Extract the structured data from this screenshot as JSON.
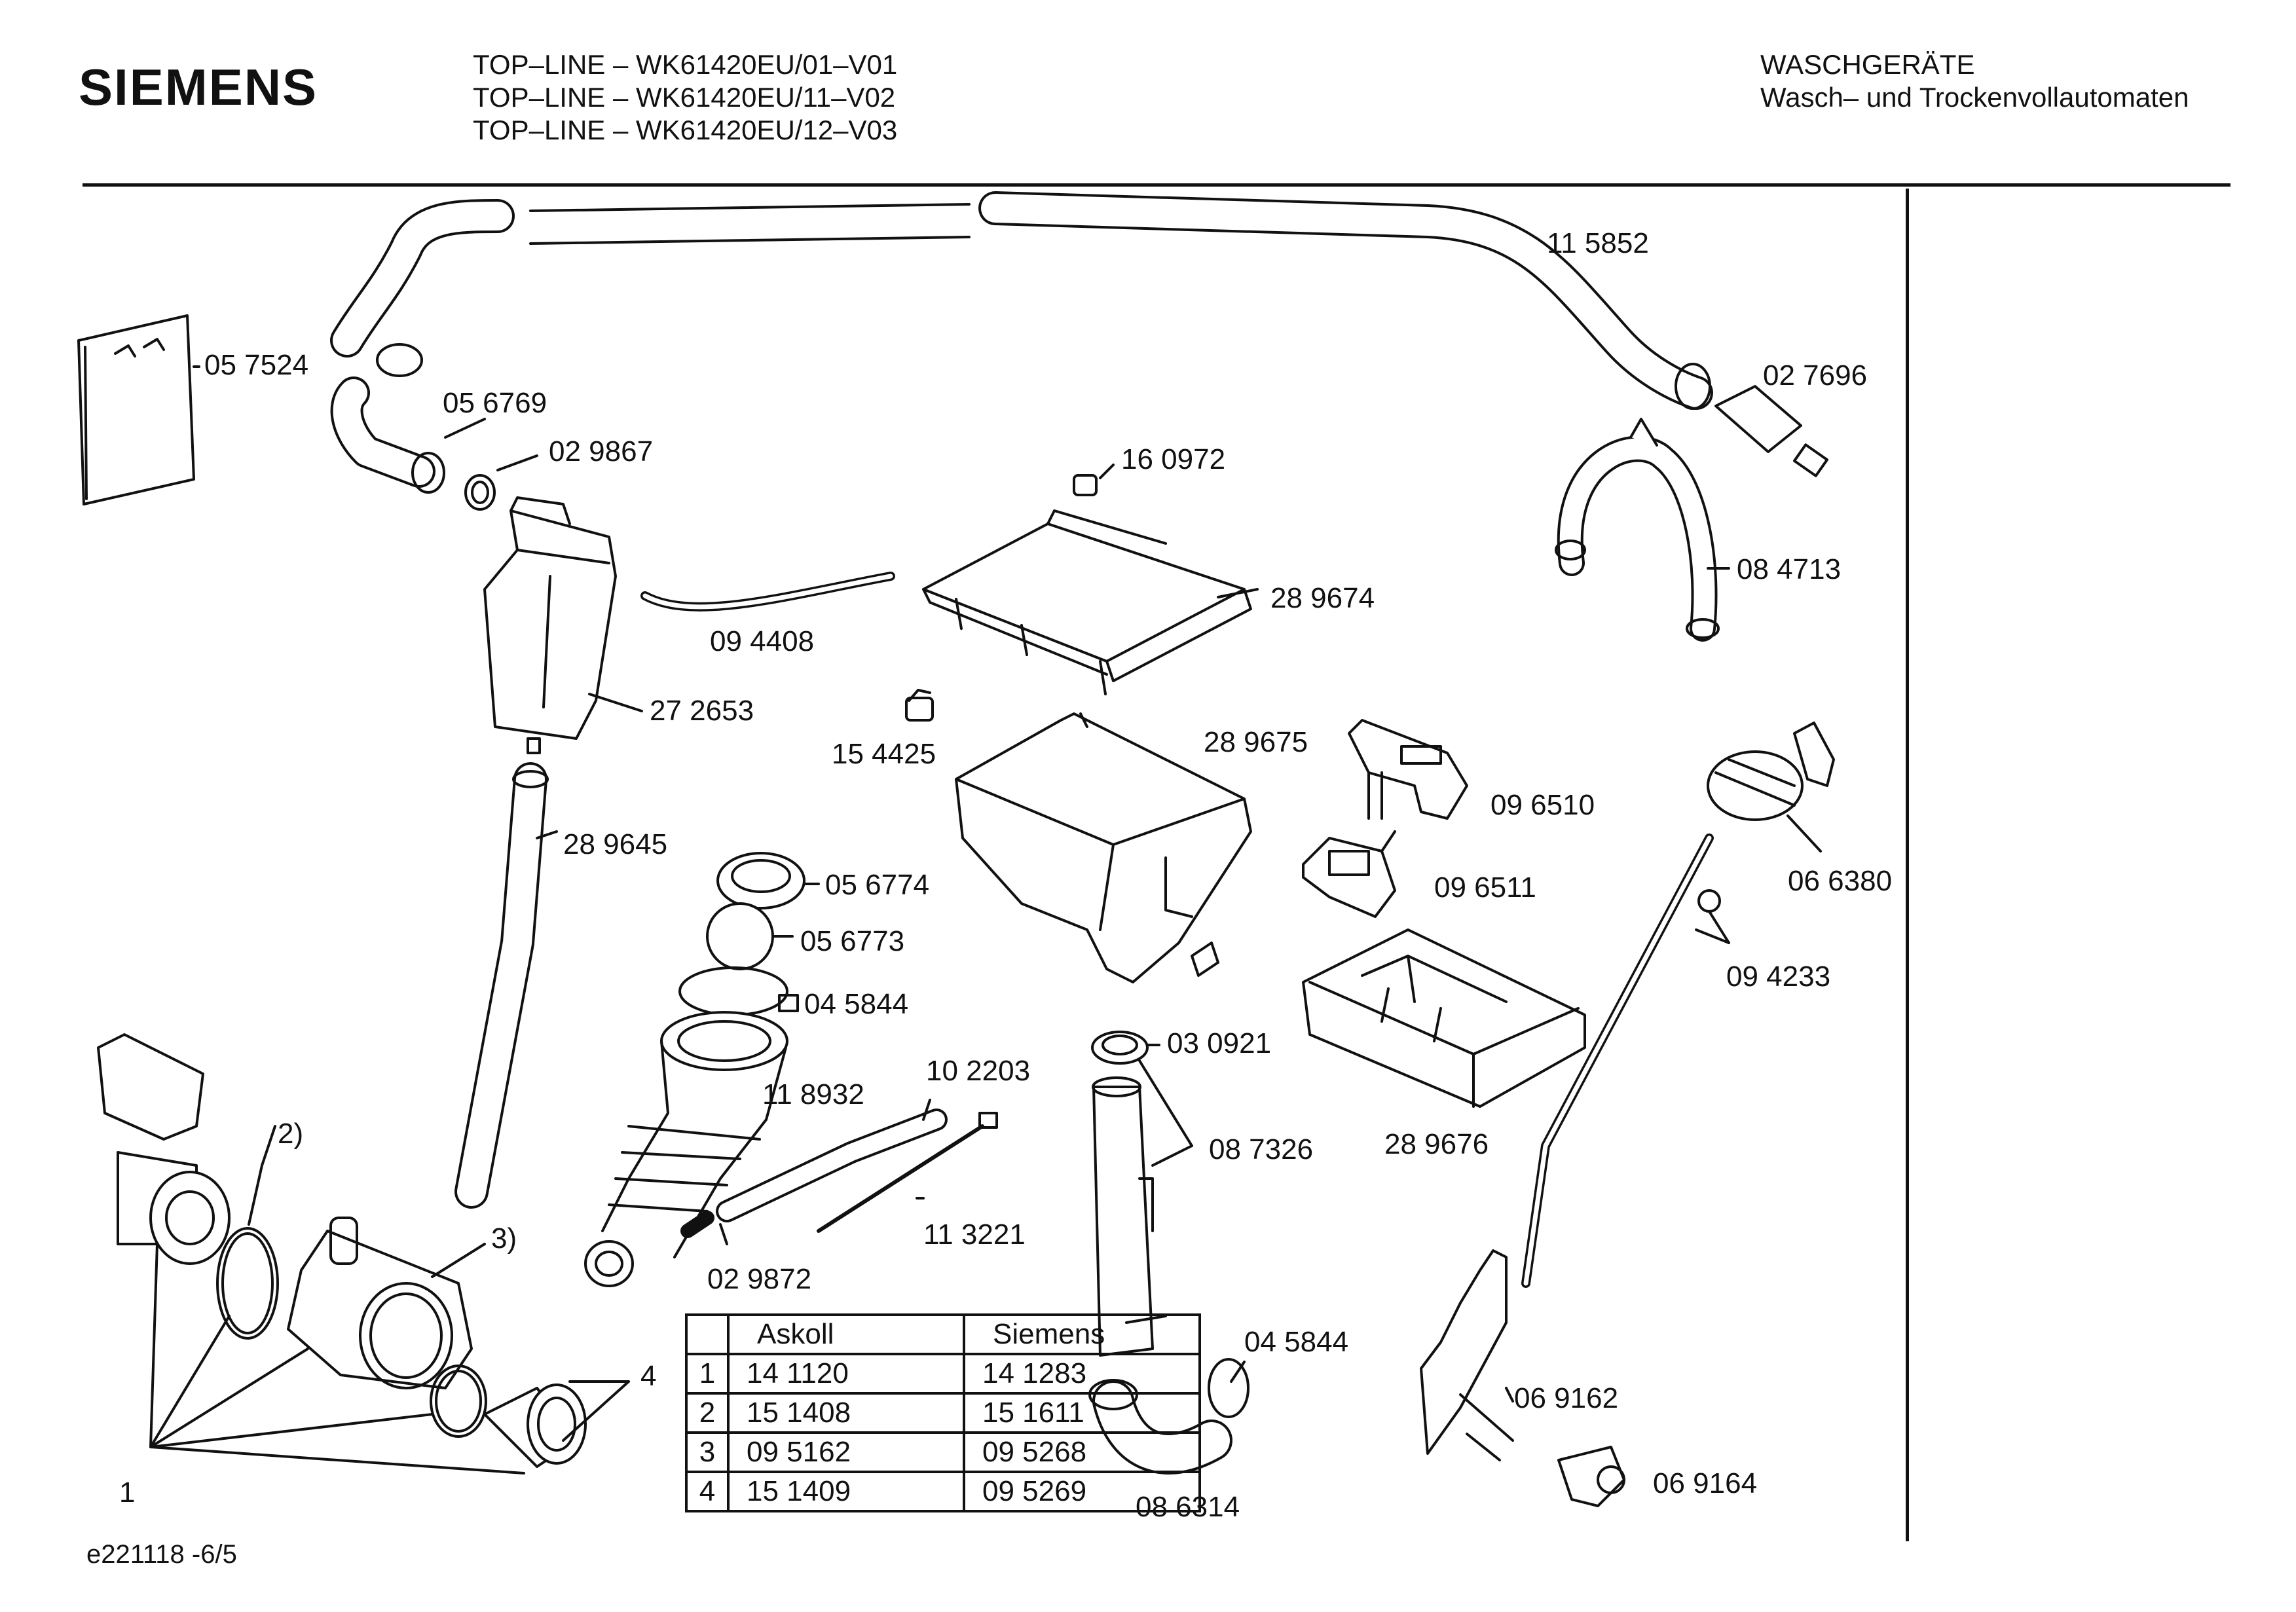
{
  "header": {
    "brand": "SIEMENS",
    "models": [
      "TOP–LINE – WK61420EU/01–V01",
      "TOP–LINE – WK61420EU/11–V02",
      "TOP–LINE – WK61420EU/12–V03"
    ],
    "category": "WASCHGERÄTE",
    "subcategory": "Wasch– und Trockenvollautomaten"
  },
  "parts": {
    "p115852": "11 5852",
    "p057524": "05 7524",
    "p056769": "05 6769",
    "p029867": "02 9867",
    "p027696": "02 7696",
    "p160972": "16 0972",
    "p084713": "08 4713",
    "p289674": "28 9674",
    "p094408": "09 4408",
    "p272653": "27 2653",
    "p154425": "15 4425",
    "p289675": "28 9675",
    "p096510": "09 6510",
    "p289645": "28 9645",
    "p066380": "06 6380",
    "p096511": "09 6511",
    "p056774": "05 6774",
    "p056773": "05 6773",
    "p094233": "09 4233",
    "p045844a": "04 5844",
    "p030921": "03 0921",
    "p102203": "10 2203",
    "p118932": "11 8932",
    "p087326": "08 7326",
    "p289676": "28 9676",
    "p113221": "11 3221",
    "p029872": "02 9872",
    "p045844b": "04 5844",
    "p069162": "06 9162",
    "p069164": "06 9164",
    "p086314": "08 6314"
  },
  "callouts": {
    "c1": "1",
    "c2": "2)",
    "c3": "3)",
    "c4": "4"
  },
  "table": {
    "headers": [
      "Askoll",
      "Siemens"
    ],
    "rows": [
      {
        "n": "1",
        "askoll": "14 1120",
        "siemens": "14 1283"
      },
      {
        "n": "2",
        "askoll": "15 1408",
        "siemens": "15 1611"
      },
      {
        "n": "3",
        "askoll": "09 5162",
        "siemens": "09 5268"
      },
      {
        "n": "4",
        "askoll": "15 1409",
        "siemens": "09 5269"
      }
    ]
  },
  "footer": {
    "code": "e221118 -6/5"
  }
}
